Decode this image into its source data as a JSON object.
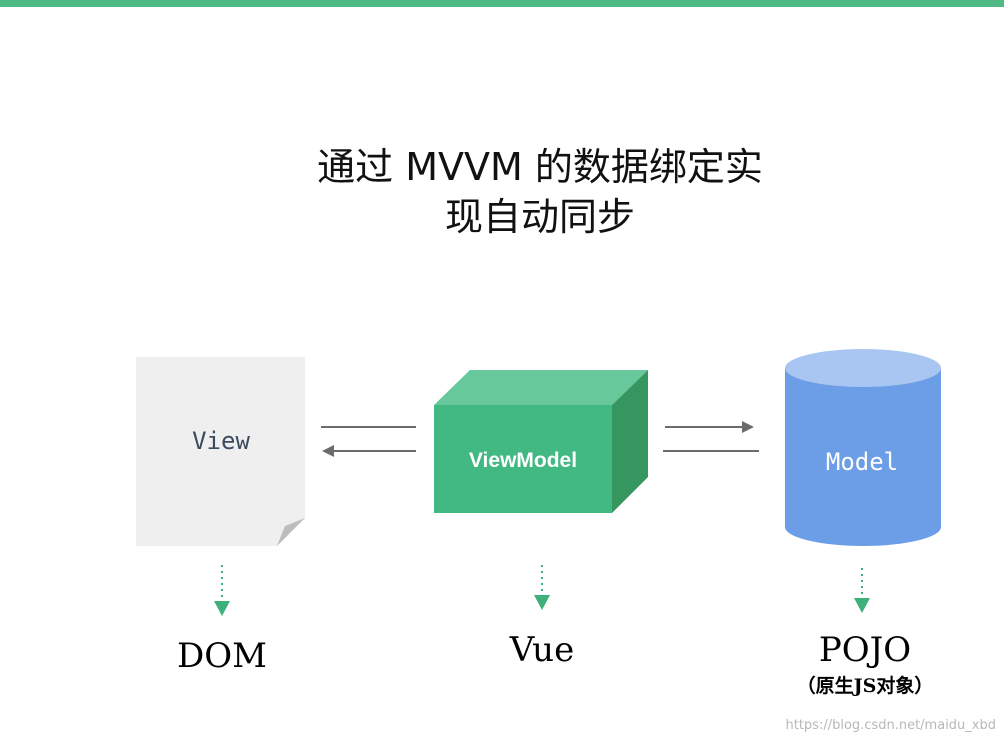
{
  "title": {
    "line1": "通过 MVVM 的数据绑定实",
    "line2": "现自动同步"
  },
  "nodes": {
    "view": {
      "box_label": "View",
      "caption": "DOM"
    },
    "viewmodel": {
      "box_label": "ViewModel",
      "caption": "Vue"
    },
    "model": {
      "box_label": "Model",
      "caption": "POJO",
      "subcaption": "（原生JS对象）"
    }
  },
  "watermark": "https://blog.csdn.net/maidu_xbd",
  "colors": {
    "accent_bar": "#4fba86",
    "view_page": "#efefef",
    "viewmodel_front": "#42b983",
    "viewmodel_top": "#66c89b",
    "viewmodel_side": "#36965f",
    "model_body": "#6c9ee8",
    "model_top": "#a9c6f2",
    "down_arrow": "#3db07b",
    "connector": "#6b6b6b"
  }
}
